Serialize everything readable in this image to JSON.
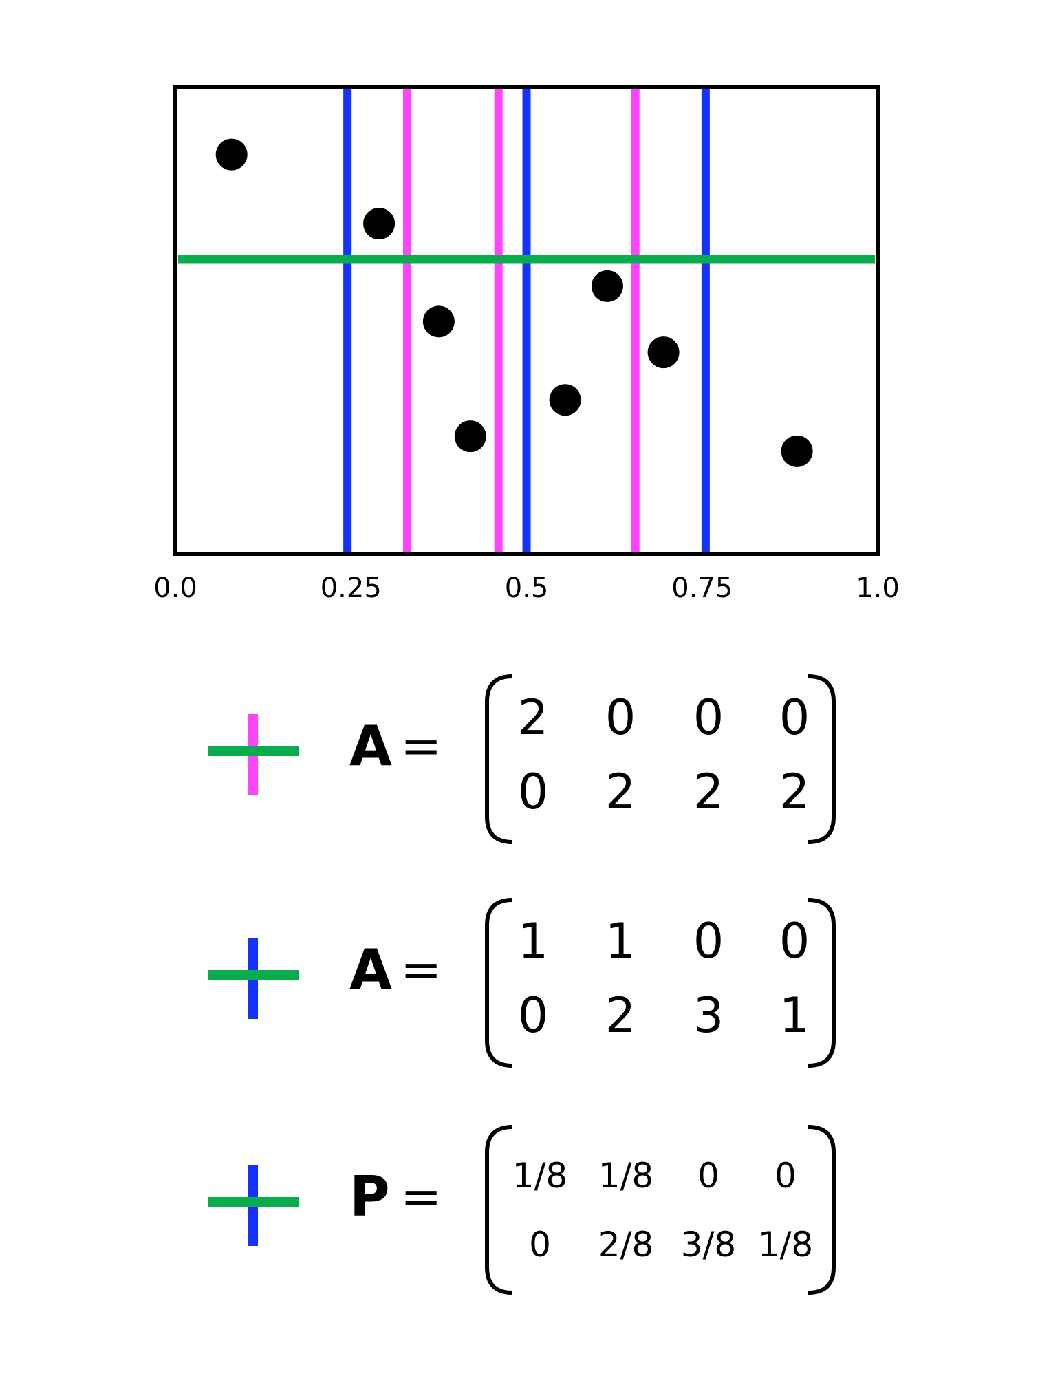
{
  "colors": {
    "blue": "#1433ff",
    "magenta": "#ff44ff",
    "green": "#0aad4d",
    "black": "#000000"
  },
  "plot": {
    "xlim": [
      0.0,
      1.0
    ],
    "ylim": [
      0.0,
      1.0
    ],
    "tick_labels": [
      "0.0",
      "0.25",
      "0.5",
      "0.75",
      "1.0"
    ],
    "tick_values": [
      0.0,
      0.25,
      0.5,
      0.75,
      1.0
    ],
    "blue_lines_x": [
      0.245,
      0.5,
      0.755
    ],
    "magenta_lines_x": [
      0.33,
      0.46,
      0.655
    ],
    "green_line_y": 0.632,
    "points": [
      {
        "x": 0.08,
        "y": 0.856
      },
      {
        "x": 0.29,
        "y": 0.708
      },
      {
        "x": 0.375,
        "y": 0.498
      },
      {
        "x": 0.42,
        "y": 0.252
      },
      {
        "x": 0.555,
        "y": 0.33
      },
      {
        "x": 0.615,
        "y": 0.574
      },
      {
        "x": 0.695,
        "y": 0.432
      },
      {
        "x": 0.885,
        "y": 0.22
      }
    ]
  },
  "equations": [
    {
      "icon_vertical_color": "magenta",
      "label": "A",
      "sign": "=",
      "size": "big",
      "rows": [
        [
          "2",
          "0",
          "0",
          "0"
        ],
        [
          "0",
          "2",
          "2",
          "2"
        ]
      ]
    },
    {
      "icon_vertical_color": "blue",
      "label": "A",
      "sign": "=",
      "size": "big",
      "rows": [
        [
          "1",
          "1",
          "0",
          "0"
        ],
        [
          "0",
          "2",
          "3",
          "1"
        ]
      ]
    },
    {
      "icon_vertical_color": "blue",
      "label": "P",
      "sign": "=",
      "size": "small",
      "rows": [
        [
          "1/8",
          "1/8",
          "0",
          "0"
        ],
        [
          "0",
          "2/8",
          "3/8",
          "1/8"
        ]
      ]
    }
  ]
}
